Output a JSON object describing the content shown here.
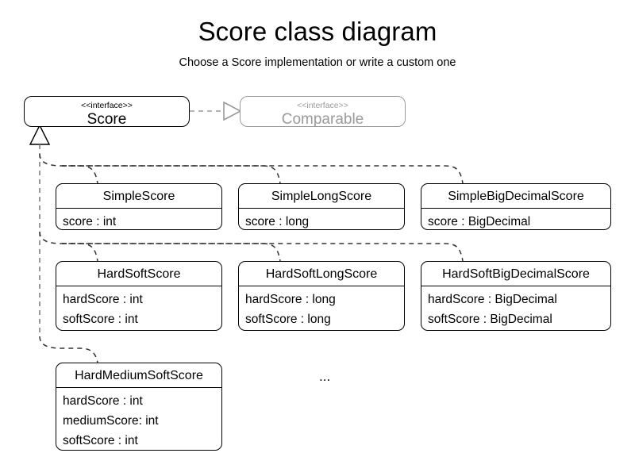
{
  "page": {
    "title": "Score class diagram",
    "subtitle": "Choose a Score implementation or write a custom one",
    "ellipsis": "...",
    "colors": {
      "background": "#ffffff",
      "stroke": "#000000",
      "ghost_stroke": "#9a9a9a",
      "ghost_text": "#9a9a9a",
      "edge": "#333333"
    }
  },
  "interfaces": [
    {
      "id": "score",
      "stereotype": "<<interface>>",
      "name": "Score"
    },
    {
      "id": "comparable",
      "stereotype": "<<interface>>",
      "name": "Comparable"
    }
  ],
  "classes": [
    {
      "id": "simple-score",
      "name": "SimpleScore",
      "attributes": [
        "score : int"
      ]
    },
    {
      "id": "simple-long-score",
      "name": "SimpleLongScore",
      "attributes": [
        "score : long"
      ]
    },
    {
      "id": "simple-big-decimal-score",
      "name": "SimpleBigDecimalScore",
      "attributes": [
        "score : BigDecimal"
      ]
    },
    {
      "id": "hard-soft-score",
      "name": "HardSoftScore",
      "attributes": [
        "hardScore : int",
        "softScore : int"
      ]
    },
    {
      "id": "hard-soft-long-score",
      "name": "HardSoftLongScore",
      "attributes": [
        "hardScore : long",
        "softScore : long"
      ]
    },
    {
      "id": "hard-soft-big-decimal-score",
      "name": "HardSoftBigDecimalScore",
      "attributes": [
        "hardScore : BigDecimal",
        "softScore : BigDecimal"
      ]
    },
    {
      "id": "hard-medium-soft-score",
      "name": "HardMediumSoftScore",
      "attributes": [
        "hardScore : int",
        "mediumScore: int",
        "softScore : int"
      ]
    }
  ],
  "relationships": [
    {
      "from": "score",
      "to": "comparable",
      "type": "realization"
    },
    {
      "from": "simple-score",
      "to": "score",
      "type": "realization"
    },
    {
      "from": "simple-long-score",
      "to": "score",
      "type": "realization"
    },
    {
      "from": "simple-big-decimal-score",
      "to": "score",
      "type": "realization"
    },
    {
      "from": "hard-soft-score",
      "to": "score",
      "type": "realization"
    },
    {
      "from": "hard-soft-long-score",
      "to": "score",
      "type": "realization"
    },
    {
      "from": "hard-soft-big-decimal-score",
      "to": "score",
      "type": "realization"
    },
    {
      "from": "hard-medium-soft-score",
      "to": "score",
      "type": "realization"
    }
  ]
}
